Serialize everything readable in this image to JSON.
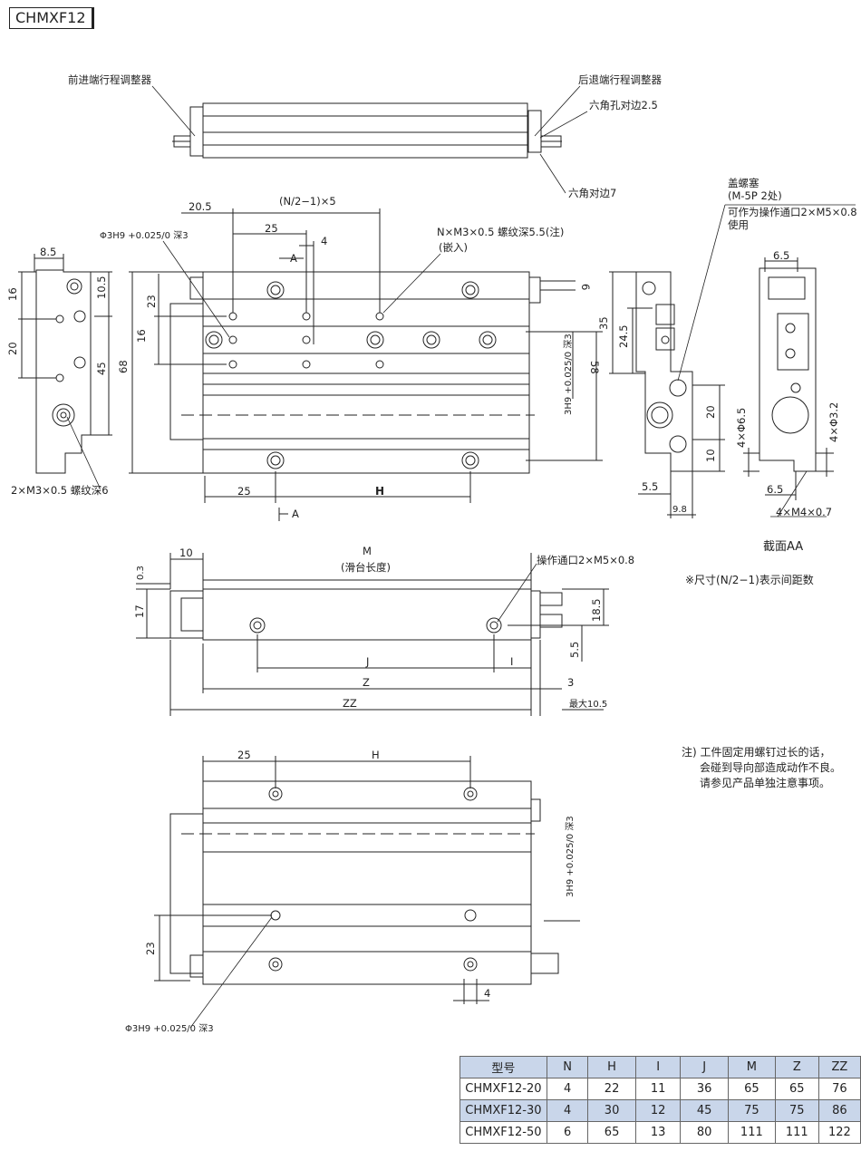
{
  "model_title": "CHMXF12",
  "top_view": {
    "front_adjuster": "前进端行程调整器",
    "rear_adjuster": "后退端行程调整器",
    "hex_socket": "六角孔对边2.5",
    "hex_flat": "六角对边7"
  },
  "main_view": {
    "dim_20_5": "20.5",
    "pitch_formula": "(N/2−1)×5",
    "dim_25": "25",
    "dim_4": "4",
    "section_a": "A",
    "pin_hole": "Φ3H9 +0.025/0 深3",
    "thread_note": "N×M3×0.5 螺纹深5.5(注)",
    "insert": "(嵌入)",
    "dim_6": "6",
    "dim_23": "23",
    "dim_16": "16",
    "dim_68": "68",
    "dim_58": "58",
    "dim_25_bottom": "25",
    "dim_h": "H",
    "pin_hole_side": "3H9 +0.025/0 深3"
  },
  "end_view": {
    "dim_8_5": "8.5",
    "dim_16": "16",
    "dim_10_5": "10.5",
    "dim_20": "20",
    "dim_45": "45",
    "thread": "2×M3×0.5 螺纹深6"
  },
  "right_view": {
    "plug": "盖螺塞",
    "plug_spec": "(M-5P 2处)",
    "port_note": "可作为操作通口2×M5×0.8",
    "port_note2": "使用",
    "dim_35": "35",
    "dim_24_5": "24.5",
    "dim_20": "20",
    "dim_10": "10",
    "dim_5_5": "5.5",
    "dim_9_8": "9.8"
  },
  "section_view": {
    "dim_6_5": "6.5",
    "hole_6_5": "4×Φ6.5",
    "hole_3_2": "4×Φ3.2",
    "dim_6_5_bottom": "6.5",
    "thread": "4×M4×0.7",
    "caption": "截面AA"
  },
  "side_view": {
    "dim_10": "10",
    "dim_m": "M",
    "slide_length": "(滑台长度)",
    "port": "操作通口2×M5×0.8",
    "dim_0_3": "0.3",
    "dim_17": "17",
    "dim_18_5": "18.5",
    "dim_5_5": "5.5",
    "dim_j": "J",
    "dim_i": "I",
    "dim_z": "Z",
    "dim_3": "3",
    "dim_zz": "ZZ",
    "max": "最大10.5"
  },
  "footnote_pitch": "※尺寸(N/2−1)表示间距数",
  "warning": [
    "注) 工件固定用螺钉过长的话，",
    "会碰到导向部造成动作不良。",
    "请参见产品单独注意事项。"
  ],
  "bottom_view": {
    "dim_25": "25",
    "dim_h": "H",
    "pin_side": "3H9 +0.025/0 深3",
    "dim_23": "23",
    "dim_4": "4",
    "pin_hole": "Φ3H9 +0.025/0 深3"
  },
  "table": {
    "headers": [
      "型号",
      "N",
      "H",
      "I",
      "J",
      "M",
      "Z",
      "ZZ"
    ],
    "rows": [
      [
        "CHMXF12-20",
        "4",
        "22",
        "11",
        "36",
        "65",
        "65",
        "76"
      ],
      [
        "CHMXF12-30",
        "4",
        "30",
        "12",
        "45",
        "75",
        "75",
        "86"
      ],
      [
        "CHMXF12-50",
        "6",
        "65",
        "13",
        "80",
        "111",
        "111",
        "122"
      ]
    ]
  },
  "colors": {
    "table_header": "#c9d6ea",
    "line": "#222222"
  }
}
